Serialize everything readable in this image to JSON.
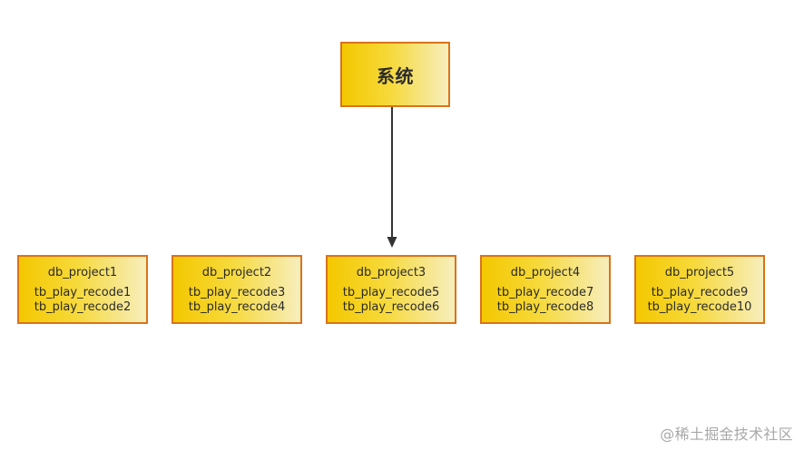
{
  "root": {
    "label": "系统"
  },
  "databases": [
    {
      "name": "db_project1",
      "tables": [
        "tb_play_recode1",
        "tb_play_recode2"
      ]
    },
    {
      "name": "db_project2",
      "tables": [
        "tb_play_recode3",
        "tb_play_recode4"
      ]
    },
    {
      "name": "db_project3",
      "tables": [
        "tb_play_recode5",
        "tb_play_recode6"
      ]
    },
    {
      "name": "db_project4",
      "tables": [
        "tb_play_recode7",
        "tb_play_recode8"
      ]
    },
    {
      "name": "db_project5",
      "tables": [
        "tb_play_recode9",
        "tb_play_recode10"
      ]
    }
  ],
  "watermark": {
    "text": "@稀土掘金技术社区"
  },
  "colors": {
    "node_border": "#d9731a",
    "node_fill_start": "#f4c800",
    "node_fill_end": "#f7eebd",
    "connector": "#333333",
    "watermark": "#a8a8a8"
  }
}
